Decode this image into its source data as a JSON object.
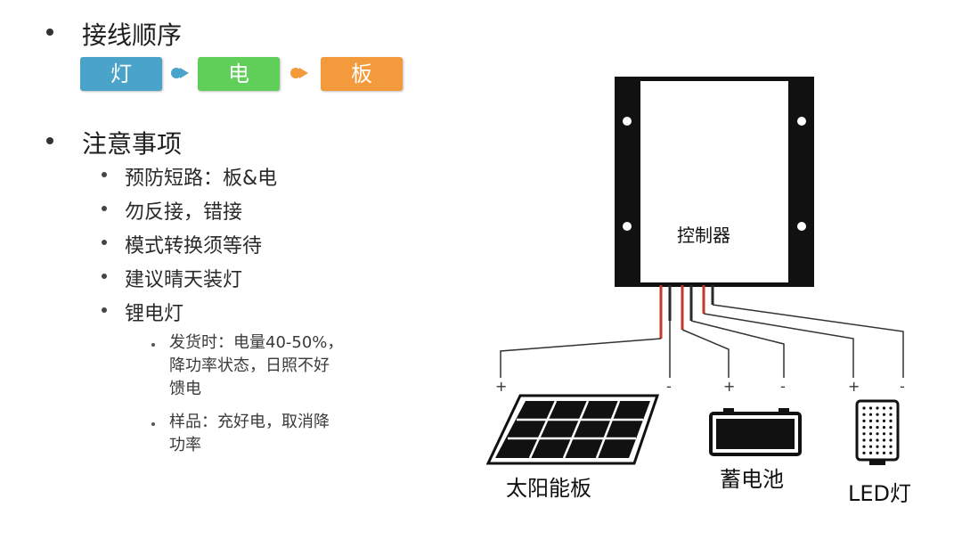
{
  "section1": {
    "heading": "接线顺序",
    "steps": [
      {
        "label": "灯",
        "color": "#4aa3c9"
      },
      {
        "label": "电",
        "color": "#5fcf5a"
      },
      {
        "label": "板",
        "color": "#f39a3c"
      }
    ]
  },
  "section2": {
    "heading": "注意事项",
    "items": [
      "预防短路：板&电",
      "勿反接，错接",
      "模式转换须等待",
      "建议晴天装灯",
      "锂电灯"
    ],
    "subitems": [
      {
        "line1": "发货时：电量40-50%，",
        "line2": "降功率状态，日照不好",
        "line3": "馈电"
      },
      {
        "line1": "样品：充好电，取消降",
        "line2": "功率"
      }
    ]
  },
  "diagram": {
    "controller_label": "控制器",
    "signs": [
      "+",
      "-",
      "+",
      "-",
      "+",
      "-"
    ],
    "solar_label": "太阳能板",
    "battery_label": "蓄电池",
    "led_label": "LED灯"
  }
}
